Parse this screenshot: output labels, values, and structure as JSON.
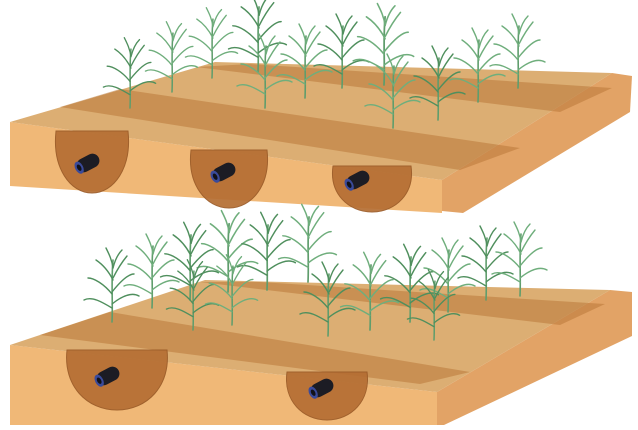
{
  "colors": {
    "background": "#ffffff",
    "soil_top_light": "#dcae73",
    "soil_row_dark": "#b97838",
    "soil_front": "#f0b877",
    "soil_side": "#e2a366",
    "wetted_bulb": "#b56e33",
    "wetted_bulb_edge": "#9a5a27",
    "drip_tube": "#1c1c24",
    "drip_tube_end": "#3a4a9a",
    "plant": "#6fae7c"
  },
  "icons": [
    "corn-plant-icon",
    "drip-tube-icon",
    "wetted-bulb-icon"
  ],
  "panels": [
    {
      "name": "upper-soil-block",
      "crop_rows": 3,
      "drip_lines": 3
    },
    {
      "name": "lower-soil-block",
      "crop_rows": 4,
      "drip_lines": 2
    }
  ]
}
